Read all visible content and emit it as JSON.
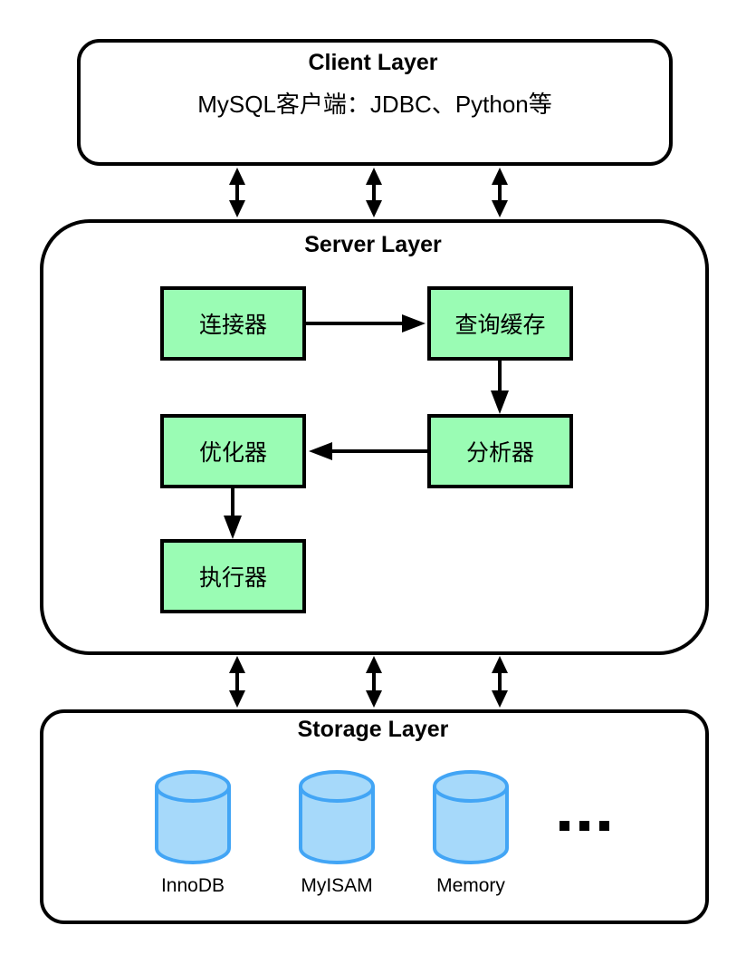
{
  "diagram": {
    "colors": {
      "component_fill": "#9afcb4",
      "cylinder_fill": "#a6d9fa",
      "cylinder_stroke": "#42a5f5",
      "line": "#000000"
    },
    "client_layer": {
      "title": "Client Layer",
      "description": "MySQL客户端：JDBC、Python等"
    },
    "server_layer": {
      "title": "Server Layer",
      "components": [
        "连接器",
        "查询缓存",
        "优化器",
        "分析器",
        "执行器"
      ]
    },
    "storage_layer": {
      "title": "Storage Layer",
      "engines": [
        "InnoDB",
        "MyISAM",
        "Memory"
      ],
      "more_label": "..."
    }
  }
}
